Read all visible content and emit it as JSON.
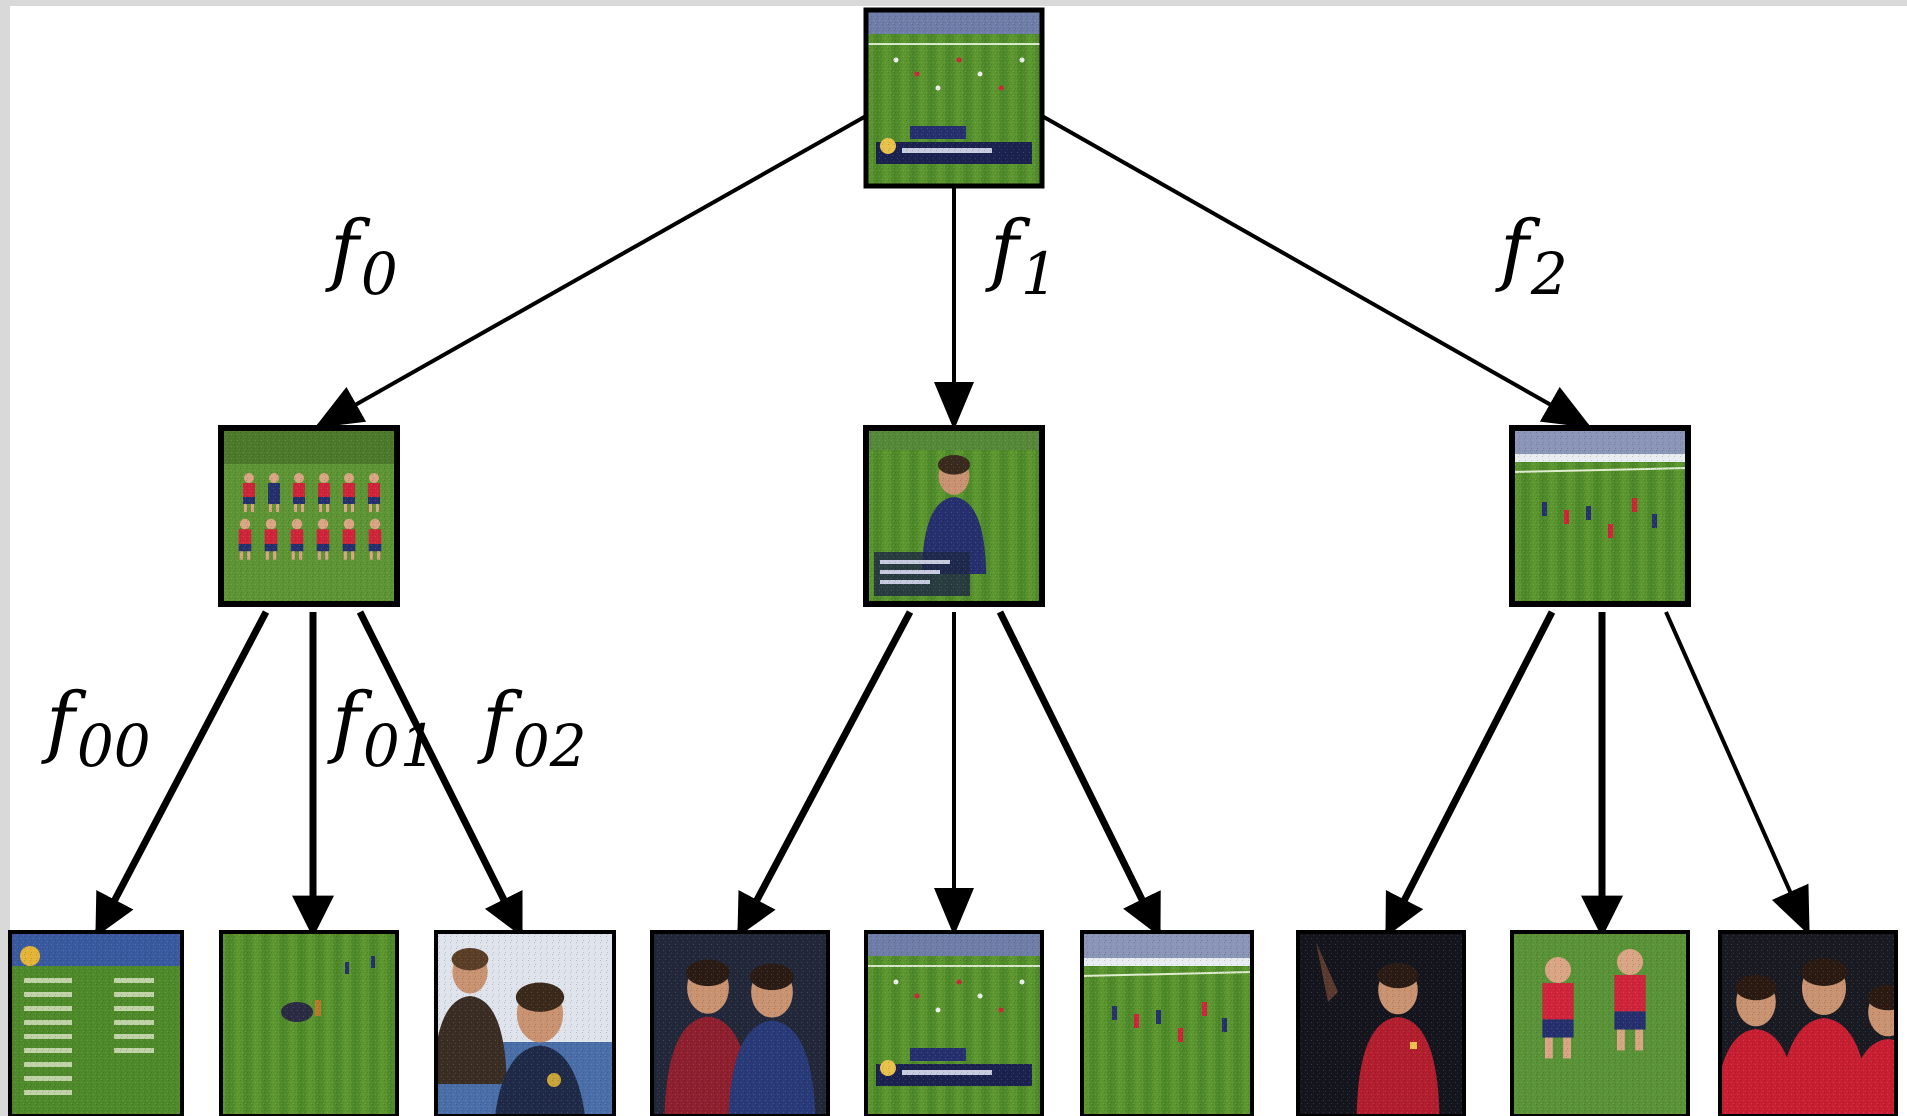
{
  "diagram": {
    "root": {
      "name": "root-frame",
      "scene": "pitch-overlay"
    },
    "level1": [
      {
        "name": "frame-f0",
        "scene": "team-photo",
        "edge_label": {
          "base": "f",
          "sub": "0"
        }
      },
      {
        "name": "frame-f1",
        "scene": "referee",
        "edge_label": {
          "base": "f",
          "sub": "1"
        }
      },
      {
        "name": "frame-f2",
        "scene": "wide-pitch",
        "edge_label": {
          "base": "f",
          "sub": "2"
        }
      }
    ],
    "level2": [
      [
        {
          "name": "frame-f00",
          "scene": "lineup-graphic",
          "edge_label": {
            "base": "f",
            "sub": "00"
          }
        },
        {
          "name": "frame-f01",
          "scene": "pitch-players",
          "edge_label": {
            "base": "f",
            "sub": "01"
          }
        },
        {
          "name": "frame-f02",
          "scene": "closeup-two",
          "edge_label": {
            "base": "f",
            "sub": "02"
          }
        }
      ],
      [
        {
          "name": "frame-f10",
          "scene": "players-talk",
          "edge_label": null
        },
        {
          "name": "frame-f11",
          "scene": "pitch-overlay",
          "edge_label": null
        },
        {
          "name": "frame-f12",
          "scene": "wide-pitch",
          "edge_label": null
        }
      ],
      [
        {
          "name": "frame-f20",
          "scene": "dark-player",
          "edge_label": null
        },
        {
          "name": "frame-f21",
          "scene": "celebration",
          "edge_label": null
        },
        {
          "name": "frame-f22",
          "scene": "closeup-red",
          "edge_label": null
        }
      ]
    ],
    "colors": {
      "pitch": "#4f8a2a",
      "pitch_light": "#6ea23a",
      "red_kit": "#d0243a",
      "blue_kit": "#26306e",
      "dark_bg": "#15151e",
      "stroke": "#000000"
    }
  }
}
